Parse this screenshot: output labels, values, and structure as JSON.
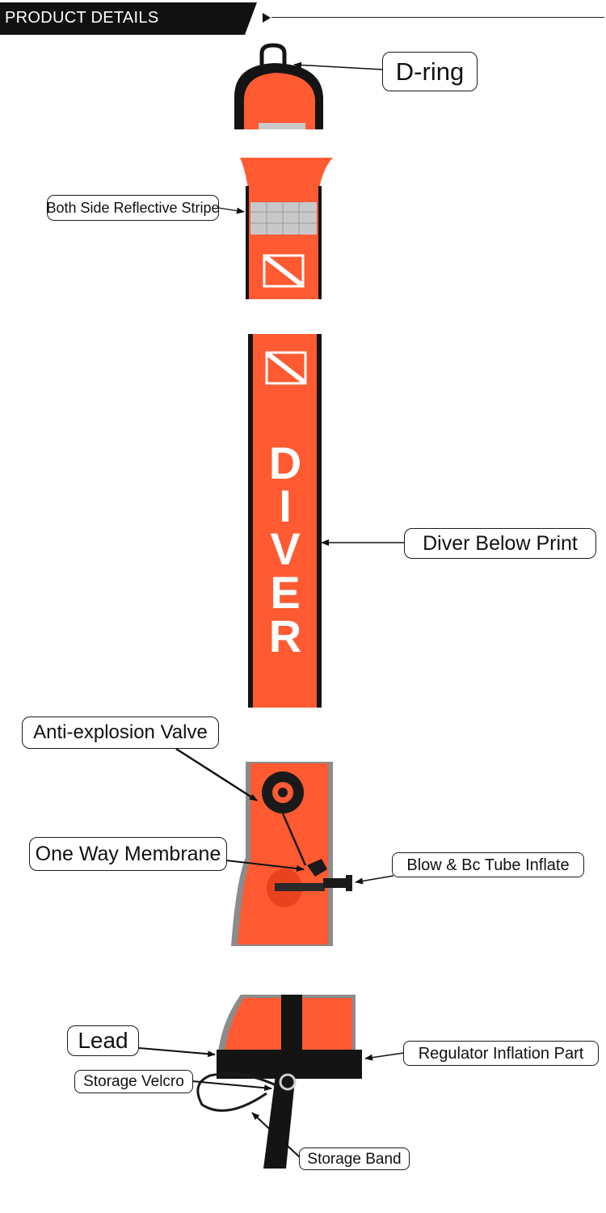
{
  "header": {
    "title": "PRODUCT DETAILS"
  },
  "product": {
    "print_letters": [
      "D",
      "I",
      "V",
      "E",
      "R"
    ]
  },
  "callouts": {
    "d_ring": "D-ring",
    "reflective": "Both Side Reflective Stripe",
    "diver_print": "Diver Below Print",
    "valve": "Anti-explosion Valve",
    "membrane": "One Way Membrane",
    "blow_tube": "Blow & Bc Tube Inflate",
    "lead": "Lead",
    "regulator": "Regulator Inflation Part",
    "velcro": "Storage Velcro",
    "band": "Storage Band"
  },
  "colors": {
    "buoy": "#ff5a32",
    "buoy_dark": "#e8431f",
    "trim": "#141414",
    "reflective": "#c8c8c8",
    "white": "#ffffff"
  }
}
